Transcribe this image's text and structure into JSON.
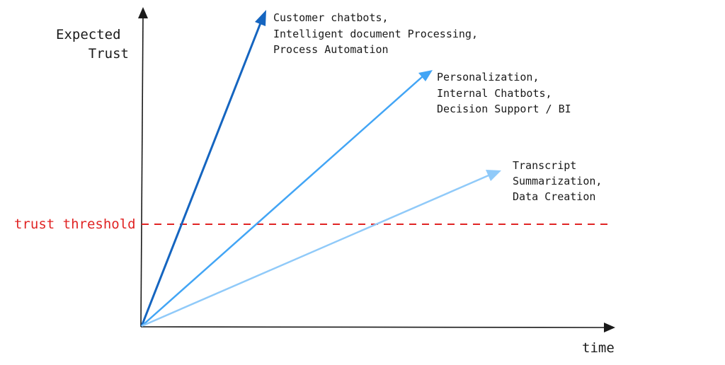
{
  "axes": {
    "y_label_lines": [
      "Expected",
      "Trust"
    ],
    "x_label": "time"
  },
  "threshold": {
    "label": "trust threshold",
    "color": "#e02424"
  },
  "arrows": [
    {
      "id": "steep",
      "color": "#1565c0",
      "label_lines": [
        "Customer chatbots,",
        "Intelligent document Processing,",
        "Process Automation"
      ]
    },
    {
      "id": "medium",
      "color": "#42a5f5",
      "label_lines": [
        "Personalization,",
        "Internal Chatbots,",
        "Decision Support / BI"
      ]
    },
    {
      "id": "shallow",
      "color": "#90caf9",
      "label_lines": [
        "Transcript",
        "Summarization,",
        "Data Creation"
      ]
    }
  ]
}
